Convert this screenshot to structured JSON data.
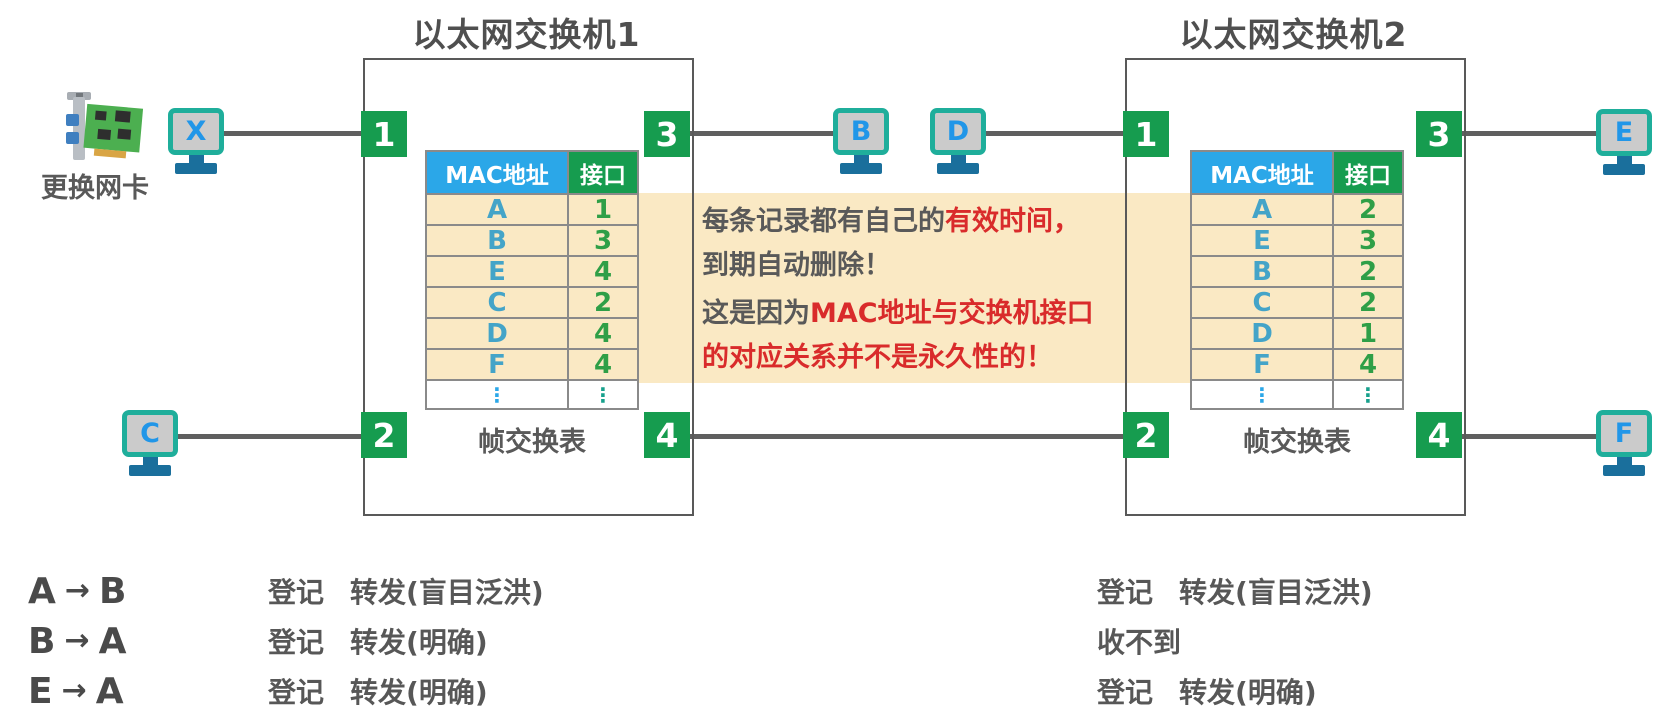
{
  "switches": [
    {
      "title": "以太网交换机1",
      "ports": [
        "1",
        "2",
        "3",
        "4"
      ],
      "table": {
        "headers": [
          "MAC地址",
          "接口"
        ],
        "rows": [
          [
            "A",
            "1"
          ],
          [
            "B",
            "3"
          ],
          [
            "E",
            "4"
          ],
          [
            "C",
            "2"
          ],
          [
            "D",
            "4"
          ],
          [
            "F",
            "4"
          ]
        ],
        "ellipsis": "⋮",
        "caption": "帧交换表"
      }
    },
    {
      "title": "以太网交换机2",
      "ports": [
        "1",
        "2",
        "3",
        "4"
      ],
      "table": {
        "headers": [
          "MAC地址",
          "接口"
        ],
        "rows": [
          [
            "A",
            "2"
          ],
          [
            "E",
            "3"
          ],
          [
            "B",
            "2"
          ],
          [
            "C",
            "2"
          ],
          [
            "D",
            "1"
          ],
          [
            "F",
            "4"
          ]
        ],
        "ellipsis": "⋮",
        "caption": "帧交换表"
      }
    }
  ],
  "hosts": {
    "x": "X",
    "b": "B",
    "c": "C",
    "d": "D",
    "e": "E",
    "f": "F"
  },
  "nic": {
    "label": "更换网卡"
  },
  "note": {
    "l1_gray": "每条记录都有自己的",
    "l1_red": "有效时间，",
    "l2_gray": "到期自动删除！",
    "l3_gray": "这是因为",
    "l3_red": "MAC地址与交换机接口",
    "l4_red": "的对应关系并不是永久性的！"
  },
  "flows": [
    {
      "src": "A",
      "arrow": "→",
      "dst": "B"
    },
    {
      "src": "B",
      "arrow": "→",
      "dst": "A"
    },
    {
      "src": "E",
      "arrow": "→",
      "dst": "A"
    }
  ],
  "results": {
    "switch1": [
      {
        "a": "登记",
        "b": "转发(盲目泛洪)"
      },
      {
        "a": "登记",
        "b": "转发(明确)"
      },
      {
        "a": "登记",
        "b": "转发(明确)"
      }
    ],
    "switch2": [
      {
        "a": "登记",
        "b": "转发(盲目泛洪)"
      },
      {
        "a": "收不到",
        "b": ""
      },
      {
        "a": "登记",
        "b": "转发(明确)"
      }
    ]
  },
  "colors": {
    "port_green": "#169C4F",
    "header_blue": "#2BA7E8",
    "band_yellow": "#FAE9C4",
    "alert_red": "#D92B2B",
    "mac_letter_blue": "#44A4C8",
    "port_number_green": "#2F9F47",
    "monitor_teal": "#1FAE9B",
    "monitor_stand_blue": "#1A6F9C",
    "host_letter_blue": "#2196E8",
    "text_gray": "#595959"
  }
}
